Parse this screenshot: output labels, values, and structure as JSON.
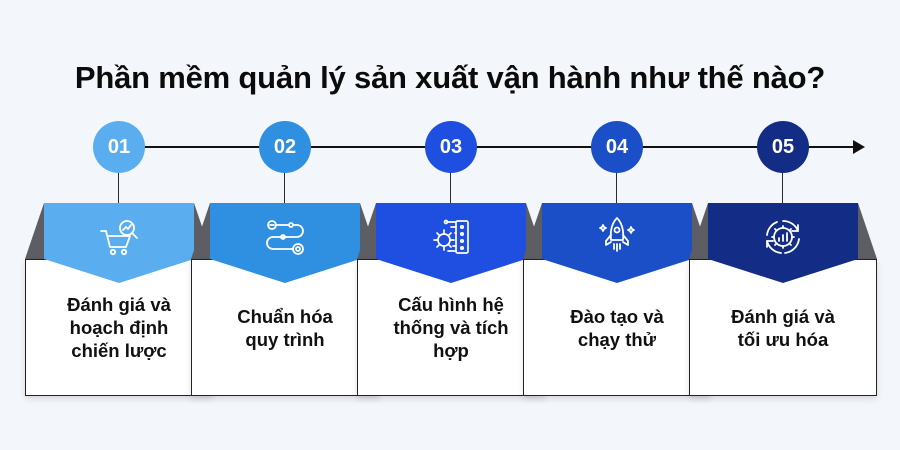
{
  "title": "Phần mềm quản lý sản xuất vận hành như thế nào?",
  "steps": [
    {
      "number": "01",
      "label": "Đánh giá và hoạch định chiến lược",
      "color": "#5aaeef",
      "icon": "shopping-cart-analytics-icon"
    },
    {
      "number": "02",
      "label": "Chuẩn hóa quy trình",
      "color": "#2f8fe0",
      "icon": "process-flow-icon"
    },
    {
      "number": "03",
      "label": "Cấu hình hệ thống và tích hợp",
      "color": "#1e4fe0",
      "icon": "gear-circuit-icon"
    },
    {
      "number": "04",
      "label": "Đào tạo và chạy thử",
      "color": "#1b4fc7",
      "icon": "rocket-icon"
    },
    {
      "number": "05",
      "label": "Đánh giá và tối ưu hóa",
      "color": "#132d86",
      "icon": "gear-chart-icon"
    }
  ]
}
